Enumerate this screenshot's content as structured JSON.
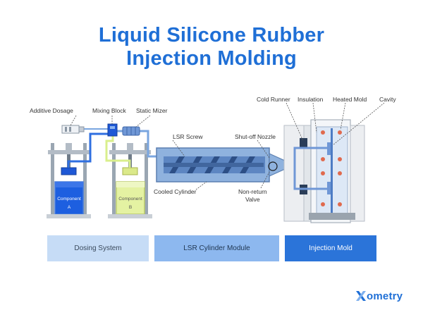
{
  "title": {
    "line1": "Liquid Silicone Rubber",
    "line2": "Injection Molding"
  },
  "labels": {
    "additive_dosage": "Additive Dosage",
    "mixing_block": "Mixing Block",
    "static_mizer": "Static Mizer",
    "lsr_screw": "LSR Screw",
    "shutoff_nozzle": "Shut-off Nozzle",
    "cooled_cylinder": "Cooled Cylinder",
    "nonreturn_valve_line1": "Non-return",
    "nonreturn_valve_line2": "Valve",
    "cold_runner": "Cold Runner",
    "insulation": "Insulation",
    "heated_mold": "Heated Mold",
    "cavity": "Cavity",
    "component_a_word": "Component",
    "component_a_letter": "A",
    "component_b_word": "Component",
    "component_b_letter": "B"
  },
  "sections": {
    "dosing": "Dosing System",
    "lsr": "LSR Cylinder Module",
    "mold": "Injection Mold"
  },
  "brand": {
    "name": "ometry",
    "mark": "X"
  },
  "colors": {
    "title_blue": "#1f6fd6",
    "component_a_fill": "#1d5fe0",
    "component_b_fill": "#e4f2a2",
    "pipe_a": "#2f6fe0",
    "pipe_b": "#d9ef8c",
    "cylinder": "#8fb2de",
    "heated_dot": "#e06a4e"
  }
}
